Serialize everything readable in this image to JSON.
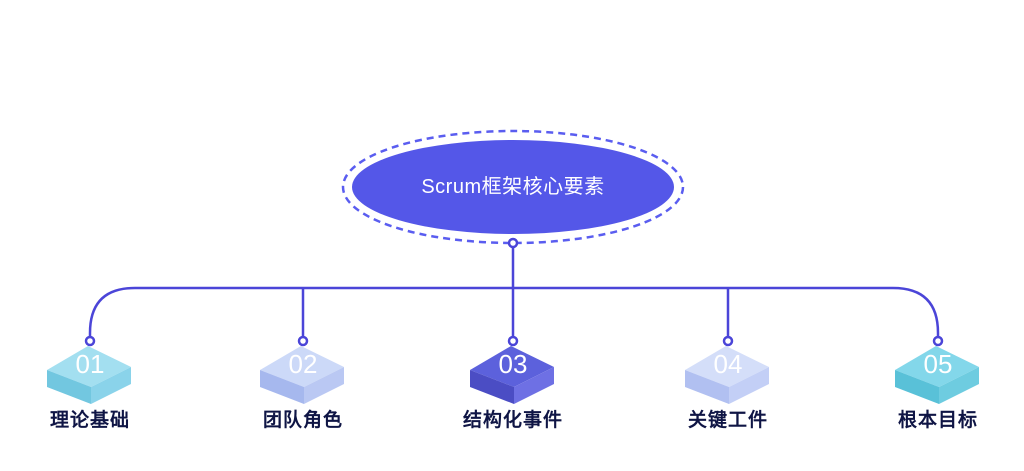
{
  "diagram": {
    "title": "Scrum框架核心要素",
    "nodes": [
      {
        "number": "01",
        "label": "理论基础",
        "colors": {
          "top": "#a3dff0",
          "left": "#72c7e0",
          "right": "#8ad3ea"
        }
      },
      {
        "number": "02",
        "label": "团队角色",
        "colors": {
          "top": "#ccd9f8",
          "left": "#a6b8ee",
          "right": "#bac8f3"
        }
      },
      {
        "number": "03",
        "label": "结构化事件",
        "colors": {
          "top": "#5c61dc",
          "left": "#4b4dc4",
          "right": "#6e70e4"
        }
      },
      {
        "number": "04",
        "label": "关键工件",
        "colors": {
          "top": "#d4def9",
          "left": "#b1c0f1",
          "right": "#c3cff6"
        }
      },
      {
        "number": "05",
        "label": "根本目标",
        "colors": {
          "top": "#83d7ea",
          "left": "#59c1d8",
          "right": "#6ecce0"
        }
      }
    ],
    "colors": {
      "ellipse_fill": "#5457e8",
      "ellipse_dashed_border": "#5a5df0",
      "connector": "#4b45d8",
      "node_number_text": "#ffffff",
      "label_text": "#0f1545",
      "title_text": "#ffffff"
    }
  }
}
